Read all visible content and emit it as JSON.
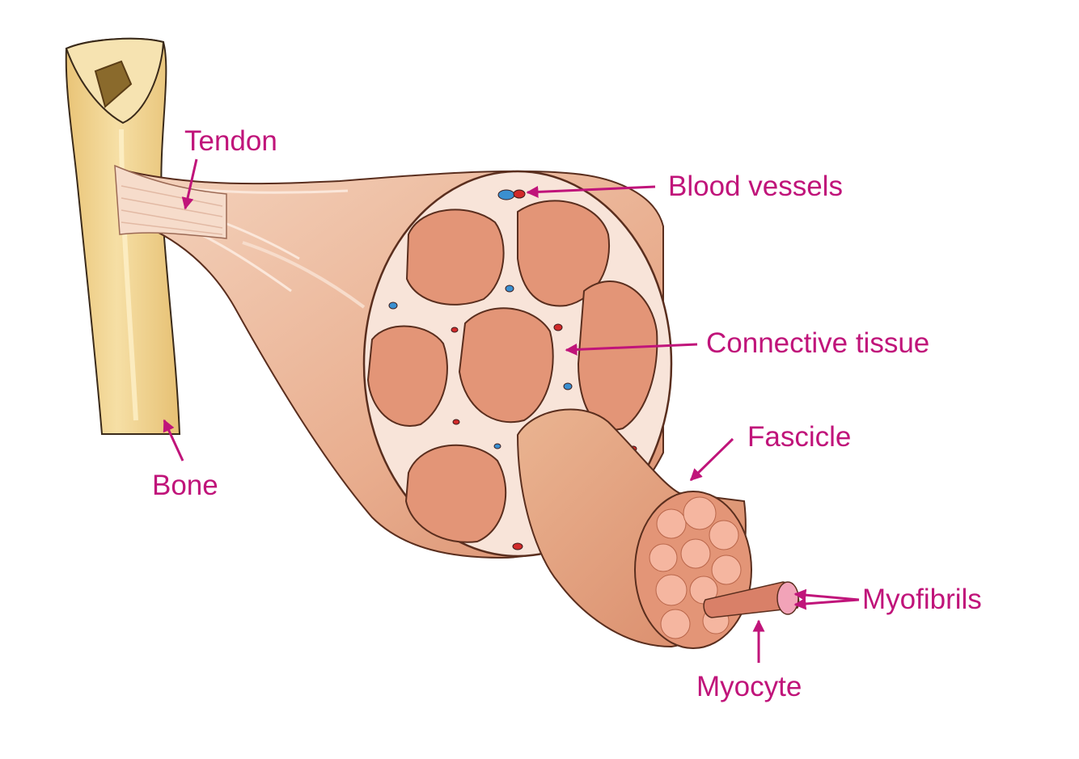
{
  "labels": {
    "tendon": "Tendon",
    "blood_vessels": "Blood vessels",
    "connective_tissue": "Connective tissue",
    "fascicle": "Fascicle",
    "bone": "Bone",
    "myofibrils": "Myofibrils",
    "myocyte": "Myocyte"
  },
  "colors": {
    "label": "#c0147a",
    "bone": "#f3d99a",
    "bone_shade": "#e7c67c",
    "muscle_sheath": "#f0c4a8",
    "connective": "#f7e1d6",
    "fascicle": "#df8f70",
    "fiber": "#f6b8a0",
    "myofibril": "#fbe0d8",
    "vessel_red": "#d12a2a",
    "vessel_blue": "#3a8fd0"
  }
}
